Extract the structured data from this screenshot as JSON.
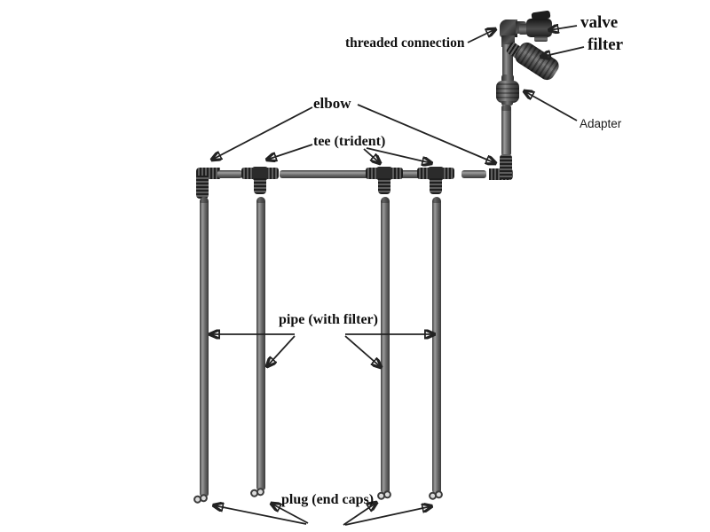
{
  "diagram": {
    "type": "assembly-diagram",
    "subject": "drip irrigation pipe manifold assembly",
    "labels": {
      "valve": "valve",
      "filter": "filter",
      "threaded_connection": "threaded connection",
      "adapter": "Adapter",
      "elbow": "elbow",
      "tee": "tee (trident)",
      "pipe": "pipe (with filter)",
      "plug": "plug (end caps)"
    },
    "components": [
      {
        "part": "valve",
        "count": 1
      },
      {
        "part": "threaded connection (elbow)",
        "count": 1
      },
      {
        "part": "filter",
        "count": 1
      },
      {
        "part": "adapter",
        "count": 1
      },
      {
        "part": "elbow",
        "count": 2
      },
      {
        "part": "tee (trident)",
        "count": 3
      },
      {
        "part": "pipe (with filter)",
        "count": 4
      },
      {
        "part": "plug (end caps)",
        "count": 4
      }
    ],
    "colors": {
      "background": "#ffffff",
      "pipe": "#6b6b6b",
      "fitting": "#2b2b2b",
      "arrow": "#222222",
      "text": "#101010"
    }
  }
}
